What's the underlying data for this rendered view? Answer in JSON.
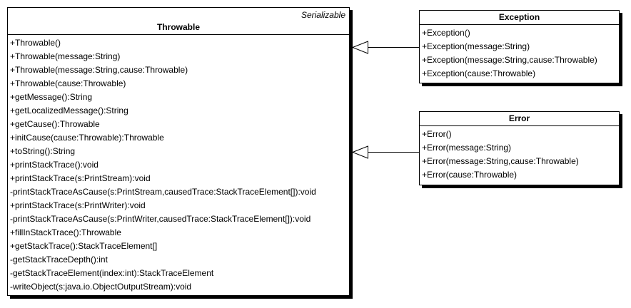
{
  "diagram": {
    "type": "uml-class-diagram",
    "background_color": "#ffffff",
    "line_color": "#000000",
    "text_color": "#000000",
    "classes": [
      {
        "name": "Throwable",
        "stereotype": "Serializable",
        "methods": [
          "+Throwable()",
          "+Throwable(message:String)",
          "+Throwable(message:String,cause:Throwable)",
          "+Throwable(cause:Throwable)",
          "+getMessage():String",
          "+getLocalizedMessage():String",
          "+getCause():Throwable",
          "+initCause(cause:Throwable):Throwable",
          "+toString():String",
          "+printStackTrace():void",
          "+printStackTrace(s:PrintStream):void",
          "-printStackTraceAsCause(s:PrintStream,causedTrace:StackTraceElement[]):void",
          "+printStackTrace(s:PrintWriter):void",
          "-printStackTraceAsCause(s:PrintWriter,causedTrace:StackTraceElement[]):void",
          "+fillInStackTrace():Throwable",
          "+getStackTrace():StackTraceElement[]",
          "-getStackTraceDepth():int",
          "-getStackTraceElement(index:int):StackTraceElement",
          "-writeObject(s:java.io.ObjectOutputStream):void"
        ]
      },
      {
        "name": "Exception",
        "methods": [
          "+Exception()",
          "+Exception(message:String)",
          "+Exception(message:String,cause:Throwable)",
          "+Exception(cause:Throwable)"
        ]
      },
      {
        "name": "Error",
        "methods": [
          "+Error()",
          "+Error(message:String)",
          "+Error(message:String,cause:Throwable)",
          "+Error(cause:Throwable)"
        ]
      }
    ],
    "connectors": [
      {
        "type": "generalization",
        "from": "Exception",
        "to": "Throwable"
      },
      {
        "type": "generalization",
        "from": "Error",
        "to": "Throwable"
      }
    ]
  }
}
